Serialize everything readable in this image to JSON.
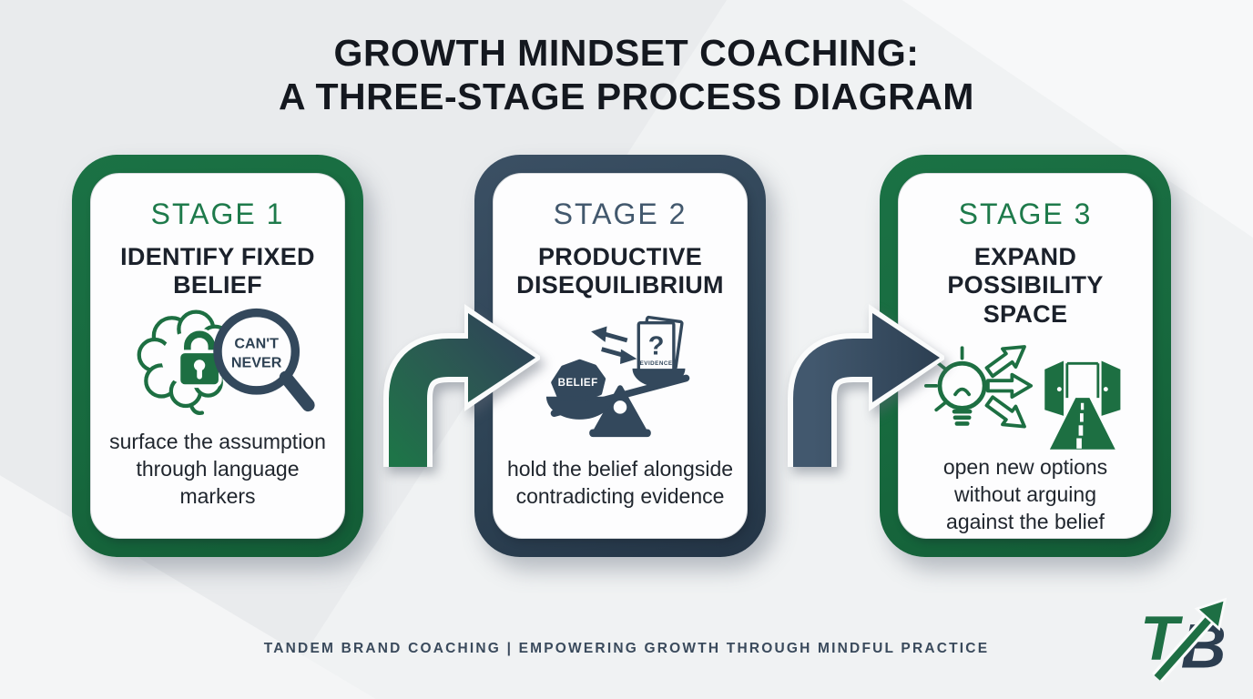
{
  "title": {
    "line1": "GROWTH MINDSET COACHING:",
    "line2": "A THREE-STAGE PROCESS DIAGRAM"
  },
  "stages": [
    {
      "stage_label": "STAGE 1",
      "title": "IDENTIFY FIXED BELIEF",
      "description": "surface the assumption through language markers",
      "accent_color": "#17693e",
      "icon": "brain-lock-magnifier-icon",
      "magnifier_text_line1": "CAN'T",
      "magnifier_text_line2": "NEVER"
    },
    {
      "stage_label": "STAGE 2",
      "title": "PRODUCTIVE DISEQUILIBRIUM",
      "description": "hold the belief alongside contradicting evidence",
      "accent_color": "#2e4355",
      "icon": "unbalanced-scale-icon",
      "scale_left_label": "BELIEF",
      "scale_right_symbol": "?",
      "scale_right_label": "EVIDENCE"
    },
    {
      "stage_label": "STAGE 3",
      "title": "EXPAND POSSIBILITY SPACE",
      "description": "open new options without arguing against the belief",
      "accent_color": "#17693e",
      "icon": "lightbulb-doors-road-icon"
    }
  ],
  "footer": {
    "tagline": "TANDEM BRAND COACHING | EMPOWERING GROWTH THROUGH MINDFUL PRACTICE"
  },
  "logo": {
    "letter_t": "T",
    "letter_b": "B"
  },
  "colors": {
    "green": "#17693e",
    "navy": "#2e4355",
    "title_text": "#14181f",
    "body_text": "#20262e",
    "background": "#e9ebed"
  }
}
